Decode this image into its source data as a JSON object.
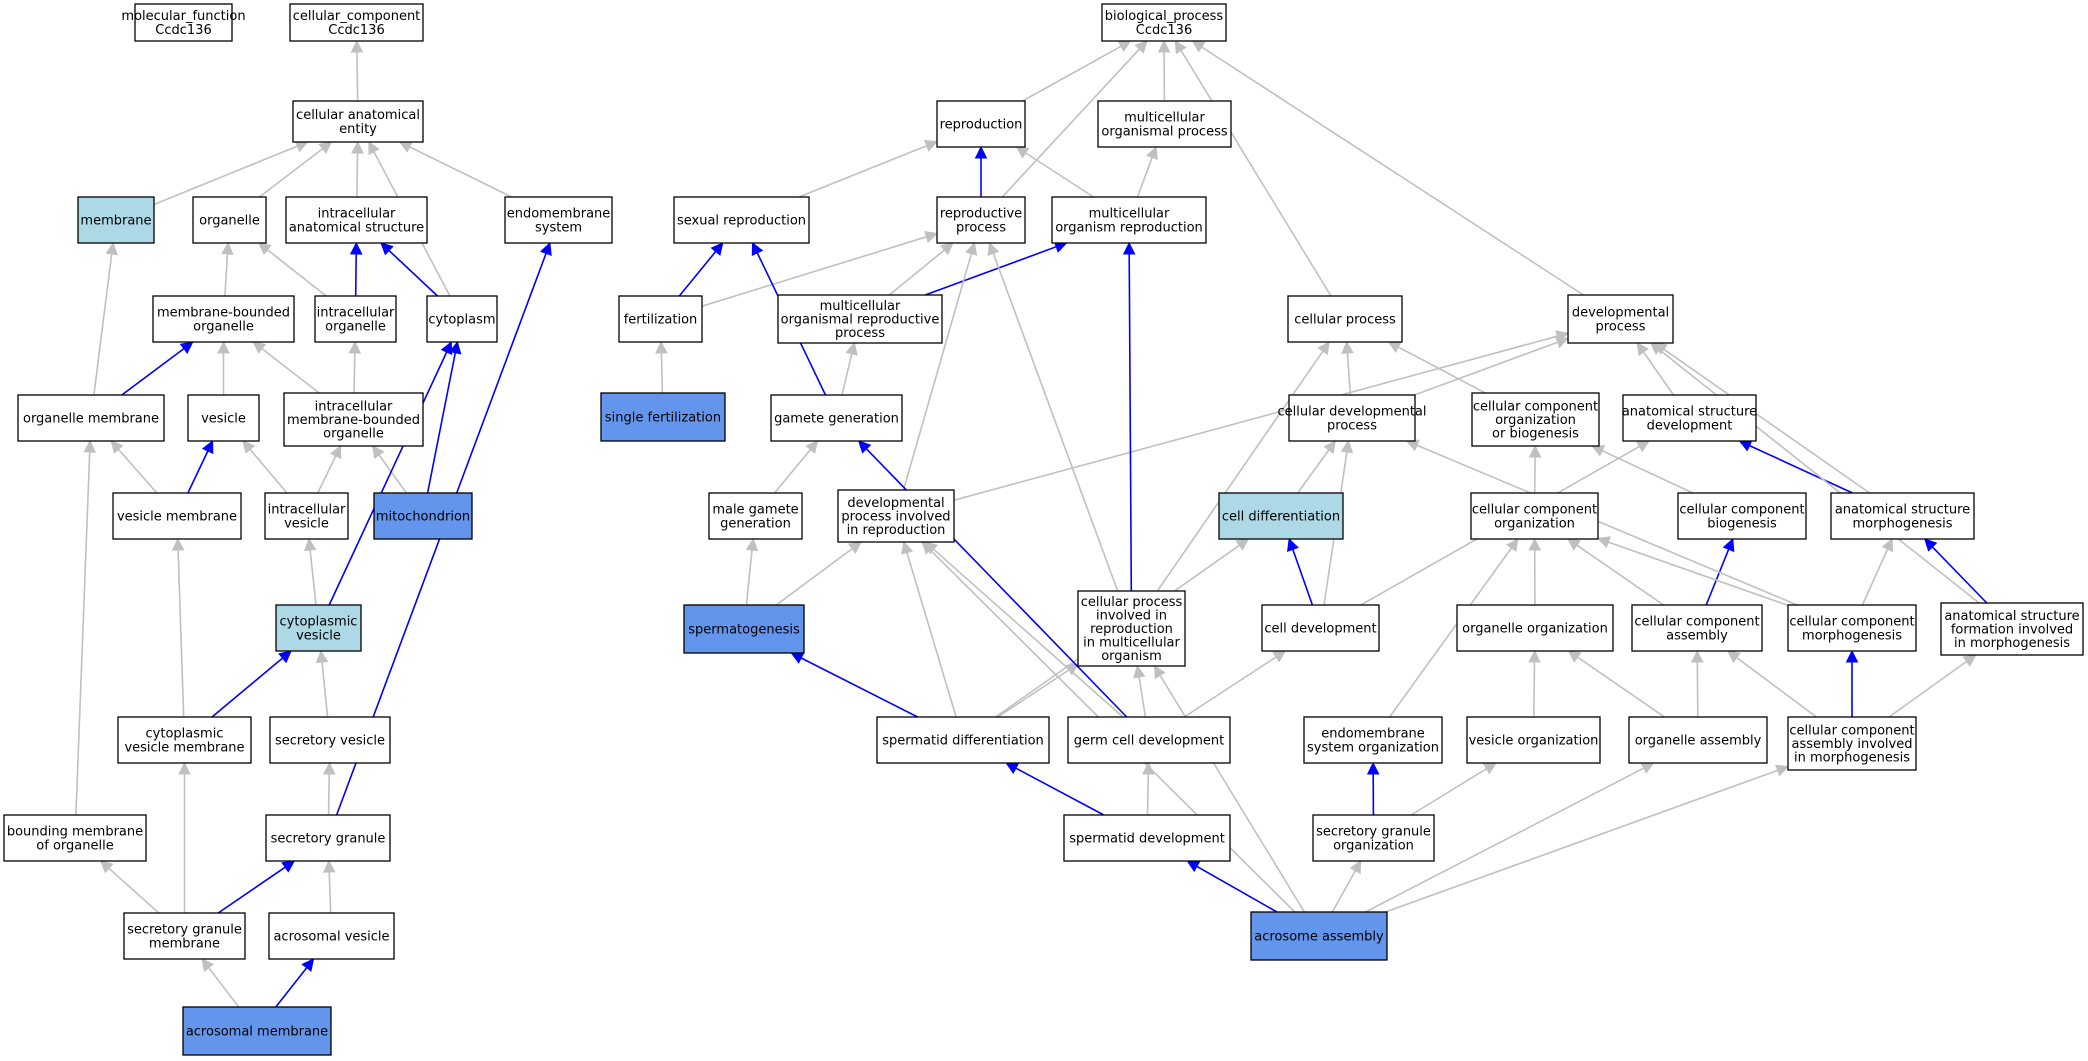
{
  "colors": {
    "plain": "#ffffff",
    "light": "#add8e6",
    "dark": "#6495ed",
    "edge_gray": "#c0c0c0",
    "edge_blue": "#0000ff"
  },
  "nodes": [
    {
      "id": "mf",
      "lines": [
        "molecular_function",
        "Ccdc136"
      ],
      "fill": "plain"
    },
    {
      "id": "cc",
      "lines": [
        "cellular_component",
        "Ccdc136"
      ],
      "fill": "plain"
    },
    {
      "id": "bp",
      "lines": [
        "biological_process",
        "Ccdc136"
      ],
      "fill": "plain"
    },
    {
      "id": "cae",
      "lines": [
        "cellular anatomical",
        "entity"
      ],
      "fill": "plain"
    },
    {
      "id": "membrane",
      "lines": [
        "membrane"
      ],
      "fill": "light"
    },
    {
      "id": "organelle",
      "lines": [
        "organelle"
      ],
      "fill": "plain"
    },
    {
      "id": "ias",
      "lines": [
        "intracellular",
        "anatomical structure"
      ],
      "fill": "plain"
    },
    {
      "id": "endosys",
      "lines": [
        "endomembrane",
        "system"
      ],
      "fill": "plain"
    },
    {
      "id": "mbo",
      "lines": [
        "membrane-bounded",
        "organelle"
      ],
      "fill": "plain"
    },
    {
      "id": "io",
      "lines": [
        "intracellular",
        "organelle"
      ],
      "fill": "plain"
    },
    {
      "id": "cytoplasm",
      "lines": [
        "cytoplasm"
      ],
      "fill": "plain"
    },
    {
      "id": "orgmem",
      "lines": [
        "organelle membrane"
      ],
      "fill": "plain"
    },
    {
      "id": "vesicle",
      "lines": [
        "vesicle"
      ],
      "fill": "plain"
    },
    {
      "id": "imbo",
      "lines": [
        "intracellular",
        "membrane-bounded",
        "organelle"
      ],
      "fill": "plain"
    },
    {
      "id": "vesmem",
      "lines": [
        "vesicle membrane"
      ],
      "fill": "plain"
    },
    {
      "id": "iv",
      "lines": [
        "intracellular",
        "vesicle"
      ],
      "fill": "plain"
    },
    {
      "id": "mito",
      "lines": [
        "mitochondrion"
      ],
      "fill": "dark"
    },
    {
      "id": "cytves",
      "lines": [
        "cytoplasmic",
        "vesicle"
      ],
      "fill": "light"
    },
    {
      "id": "cvm",
      "lines": [
        "cytoplasmic",
        "vesicle membrane"
      ],
      "fill": "plain"
    },
    {
      "id": "secves",
      "lines": [
        "secretory vesicle"
      ],
      "fill": "plain"
    },
    {
      "id": "bmo",
      "lines": [
        "bounding membrane",
        "of organelle"
      ],
      "fill": "plain"
    },
    {
      "id": "secgran",
      "lines": [
        "secretory granule"
      ],
      "fill": "plain"
    },
    {
      "id": "sgm",
      "lines": [
        "secretory granule",
        "membrane"
      ],
      "fill": "plain"
    },
    {
      "id": "acrves",
      "lines": [
        "acrosomal vesicle"
      ],
      "fill": "plain"
    },
    {
      "id": "acrmem",
      "lines": [
        "acrosomal membrane"
      ],
      "fill": "dark"
    },
    {
      "id": "repro",
      "lines": [
        "reproduction"
      ],
      "fill": "plain"
    },
    {
      "id": "mop",
      "lines": [
        "multicellular",
        "organismal process"
      ],
      "fill": "plain"
    },
    {
      "id": "sexrep",
      "lines": [
        "sexual reproduction"
      ],
      "fill": "plain"
    },
    {
      "id": "repproc",
      "lines": [
        "reproductive",
        "process"
      ],
      "fill": "plain"
    },
    {
      "id": "mor",
      "lines": [
        "multicellular",
        "organism reproduction"
      ],
      "fill": "plain"
    },
    {
      "id": "fert",
      "lines": [
        "fertilization"
      ],
      "fill": "plain"
    },
    {
      "id": "morp",
      "lines": [
        "multicellular",
        "organismal reproductive",
        "process"
      ],
      "fill": "plain"
    },
    {
      "id": "cellproc",
      "lines": [
        "cellular process"
      ],
      "fill": "plain"
    },
    {
      "id": "devproc",
      "lines": [
        "developmental",
        "process"
      ],
      "fill": "plain"
    },
    {
      "id": "singfert",
      "lines": [
        "single fertilization"
      ],
      "fill": "dark"
    },
    {
      "id": "gamgen",
      "lines": [
        "gamete generation"
      ],
      "fill": "plain"
    },
    {
      "id": "cdp",
      "lines": [
        "cellular developmental",
        "process"
      ],
      "fill": "plain"
    },
    {
      "id": "ccob",
      "lines": [
        "cellular component",
        "organization",
        "or biogenesis"
      ],
      "fill": "plain"
    },
    {
      "id": "asd",
      "lines": [
        "anatomical structure",
        "development"
      ],
      "fill": "plain"
    },
    {
      "id": "mgg",
      "lines": [
        "male gamete",
        "generation"
      ],
      "fill": "plain"
    },
    {
      "id": "dpir",
      "lines": [
        "developmental",
        "process involved",
        "in reproduction"
      ],
      "fill": "plain"
    },
    {
      "id": "celldiff",
      "lines": [
        "cell differentiation"
      ],
      "fill": "light"
    },
    {
      "id": "cco",
      "lines": [
        "cellular component",
        "organization"
      ],
      "fill": "plain"
    },
    {
      "id": "ccb",
      "lines": [
        "cellular component",
        "biogenesis"
      ],
      "fill": "plain"
    },
    {
      "id": "asm",
      "lines": [
        "anatomical structure",
        "morphogenesis"
      ],
      "fill": "plain"
    },
    {
      "id": "spermgen",
      "lines": [
        "spermatogenesis"
      ],
      "fill": "dark"
    },
    {
      "id": "cpir",
      "lines": [
        "cellular process",
        "involved in",
        "reproduction",
        "in multicellular",
        "organism"
      ],
      "fill": "plain"
    },
    {
      "id": "celldev",
      "lines": [
        "cell development"
      ],
      "fill": "plain"
    },
    {
      "id": "orgorg",
      "lines": [
        "organelle organization"
      ],
      "fill": "plain"
    },
    {
      "id": "cca",
      "lines": [
        "cellular component",
        "assembly"
      ],
      "fill": "plain"
    },
    {
      "id": "ccm",
      "lines": [
        "cellular component",
        "morphogenesis"
      ],
      "fill": "plain"
    },
    {
      "id": "asfm",
      "lines": [
        "anatomical structure",
        "formation involved",
        "in morphogenesis"
      ],
      "fill": "plain"
    },
    {
      "id": "sptdiff",
      "lines": [
        "spermatid differentiation"
      ],
      "fill": "plain"
    },
    {
      "id": "gcd",
      "lines": [
        "germ cell development"
      ],
      "fill": "plain"
    },
    {
      "id": "eso",
      "lines": [
        "endomembrane",
        "system organization"
      ],
      "fill": "plain"
    },
    {
      "id": "veso",
      "lines": [
        "vesicle organization"
      ],
      "fill": "plain"
    },
    {
      "id": "orgass",
      "lines": [
        "organelle assembly"
      ],
      "fill": "plain"
    },
    {
      "id": "ccaim",
      "lines": [
        "cellular component",
        "assembly involved",
        "in morphogenesis"
      ],
      "fill": "plain"
    },
    {
      "id": "sptdev",
      "lines": [
        "spermatid development"
      ],
      "fill": "plain"
    },
    {
      "id": "sgo",
      "lines": [
        "secretory granule",
        "organization"
      ],
      "fill": "plain"
    },
    {
      "id": "acrass",
      "lines": [
        "acrosome assembly"
      ],
      "fill": "dark"
    }
  ],
  "edges": [
    {
      "from": "cae",
      "to": "cc",
      "kind": "gray"
    },
    {
      "from": "membrane",
      "to": "cae",
      "kind": "gray"
    },
    {
      "from": "organelle",
      "to": "cae",
      "kind": "gray"
    },
    {
      "from": "ias",
      "to": "cae",
      "kind": "gray"
    },
    {
      "from": "endosys",
      "to": "cae",
      "kind": "gray"
    },
    {
      "from": "cytoplasm",
      "to": "cae",
      "kind": "gray"
    },
    {
      "from": "mbo",
      "to": "organelle",
      "kind": "gray"
    },
    {
      "from": "io",
      "to": "organelle",
      "kind": "gray"
    },
    {
      "from": "io",
      "to": "ias",
      "kind": "blue"
    },
    {
      "from": "cytoplasm",
      "to": "ias",
      "kind": "blue"
    },
    {
      "from": "orgmem",
      "to": "membrane",
      "kind": "gray"
    },
    {
      "from": "orgmem",
      "to": "mbo",
      "kind": "blue"
    },
    {
      "from": "vesicle",
      "to": "mbo",
      "kind": "gray"
    },
    {
      "from": "imbo",
      "to": "mbo",
      "kind": "gray"
    },
    {
      "from": "imbo",
      "to": "io",
      "kind": "gray"
    },
    {
      "from": "vesmem",
      "to": "orgmem",
      "kind": "gray"
    },
    {
      "from": "vesmem",
      "to": "vesicle",
      "kind": "blue"
    },
    {
      "from": "iv",
      "to": "vesicle",
      "kind": "gray"
    },
    {
      "from": "iv",
      "to": "imbo",
      "kind": "gray"
    },
    {
      "from": "mito",
      "to": "imbo",
      "kind": "gray"
    },
    {
      "from": "mito",
      "to": "cytoplasm",
      "kind": "blue"
    },
    {
      "from": "cytves",
      "to": "iv",
      "kind": "gray"
    },
    {
      "from": "cytves",
      "to": "cytoplasm",
      "kind": "blue"
    },
    {
      "from": "cvm",
      "to": "vesmem",
      "kind": "gray"
    },
    {
      "from": "cvm",
      "to": "cytves",
      "kind": "blue"
    },
    {
      "from": "secves",
      "to": "cytves",
      "kind": "gray"
    },
    {
      "from": "bmo",
      "to": "orgmem",
      "kind": "gray"
    },
    {
      "from": "secgran",
      "to": "secves",
      "kind": "gray"
    },
    {
      "from": "secgran",
      "to": "endosys",
      "kind": "blue"
    },
    {
      "from": "sgm",
      "to": "bmo",
      "kind": "gray"
    },
    {
      "from": "sgm",
      "to": "cvm",
      "kind": "gray"
    },
    {
      "from": "sgm",
      "to": "secgran",
      "kind": "blue"
    },
    {
      "from": "acrves",
      "to": "secgran",
      "kind": "gray"
    },
    {
      "from": "acrmem",
      "to": "sgm",
      "kind": "gray"
    },
    {
      "from": "acrmem",
      "to": "acrves",
      "kind": "blue"
    },
    {
      "from": "repro",
      "to": "bp",
      "kind": "gray"
    },
    {
      "from": "mop",
      "to": "bp",
      "kind": "gray"
    },
    {
      "from": "repproc",
      "to": "bp",
      "kind": "gray"
    },
    {
      "from": "cellproc",
      "to": "bp",
      "kind": "gray"
    },
    {
      "from": "devproc",
      "to": "bp",
      "kind": "gray"
    },
    {
      "from": "sexrep",
      "to": "repro",
      "kind": "gray"
    },
    {
      "from": "repproc",
      "to": "repro",
      "kind": "blue"
    },
    {
      "from": "mor",
      "to": "repro",
      "kind": "gray"
    },
    {
      "from": "mor",
      "to": "mop",
      "kind": "gray"
    },
    {
      "from": "fert",
      "to": "sexrep",
      "kind": "blue"
    },
    {
      "from": "fert",
      "to": "repproc",
      "kind": "gray"
    },
    {
      "from": "morp",
      "to": "repproc",
      "kind": "gray"
    },
    {
      "from": "morp",
      "to": "mor",
      "kind": "blue"
    },
    {
      "from": "singfert",
      "to": "fert",
      "kind": "gray"
    },
    {
      "from": "gamgen",
      "to": "sexrep",
      "kind": "blue"
    },
    {
      "from": "gamgen",
      "to": "morp",
      "kind": "gray"
    },
    {
      "from": "cdp",
      "to": "cellproc",
      "kind": "gray"
    },
    {
      "from": "cdp",
      "to": "devproc",
      "kind": "gray"
    },
    {
      "from": "ccob",
      "to": "cellproc",
      "kind": "gray"
    },
    {
      "from": "asd",
      "to": "devproc",
      "kind": "gray"
    },
    {
      "from": "mgg",
      "to": "gamgen",
      "kind": "gray"
    },
    {
      "from": "dpir",
      "to": "repproc",
      "kind": "gray"
    },
    {
      "from": "dpir",
      "to": "devproc",
      "kind": "gray"
    },
    {
      "from": "celldiff",
      "to": "cdp",
      "kind": "gray"
    },
    {
      "from": "cco",
      "to": "ccob",
      "kind": "gray"
    },
    {
      "from": "ccb",
      "to": "ccob",
      "kind": "gray"
    },
    {
      "from": "asm",
      "to": "devproc",
      "kind": "gray"
    },
    {
      "from": "asm",
      "to": "asd",
      "kind": "blue"
    },
    {
      "from": "spermgen",
      "to": "mgg",
      "kind": "gray"
    },
    {
      "from": "spermgen",
      "to": "dpir",
      "kind": "gray"
    },
    {
      "from": "cpir",
      "to": "repproc",
      "kind": "gray"
    },
    {
      "from": "cpir",
      "to": "cellproc",
      "kind": "gray"
    },
    {
      "from": "cpir",
      "to": "mor",
      "kind": "blue"
    },
    {
      "from": "celldev",
      "to": "celldiff",
      "kind": "blue"
    },
    {
      "from": "celldev",
      "to": "cdp",
      "kind": "gray"
    },
    {
      "from": "celldev",
      "to": "asd",
      "kind": "gray"
    },
    {
      "from": "orgorg",
      "to": "cco",
      "kind": "gray"
    },
    {
      "from": "cca",
      "to": "cco",
      "kind": "gray"
    },
    {
      "from": "cca",
      "to": "ccb",
      "kind": "blue"
    },
    {
      "from": "ccm",
      "to": "cco",
      "kind": "gray"
    },
    {
      "from": "ccm",
      "to": "asm",
      "kind": "gray"
    },
    {
      "from": "ccm",
      "to": "cdp",
      "kind": "gray"
    },
    {
      "from": "asfm",
      "to": "asm",
      "kind": "blue"
    },
    {
      "from": "asfm",
      "to": "devproc",
      "kind": "gray"
    },
    {
      "from": "sptdiff",
      "to": "spermgen",
      "kind": "blue"
    },
    {
      "from": "sptdiff",
      "to": "dpir",
      "kind": "gray"
    },
    {
      "from": "sptdiff",
      "to": "cpir",
      "kind": "gray"
    },
    {
      "from": "sptdiff",
      "to": "celldiff",
      "kind": "gray"
    },
    {
      "from": "gcd",
      "to": "gamgen",
      "kind": "blue"
    },
    {
      "from": "gcd",
      "to": "dpir",
      "kind": "gray"
    },
    {
      "from": "gcd",
      "to": "cpir",
      "kind": "gray"
    },
    {
      "from": "gcd",
      "to": "celldev",
      "kind": "gray"
    },
    {
      "from": "eso",
      "to": "cco",
      "kind": "gray"
    },
    {
      "from": "veso",
      "to": "orgorg",
      "kind": "gray"
    },
    {
      "from": "orgass",
      "to": "orgorg",
      "kind": "gray"
    },
    {
      "from": "orgass",
      "to": "cca",
      "kind": "gray"
    },
    {
      "from": "ccaim",
      "to": "cca",
      "kind": "gray"
    },
    {
      "from": "ccaim",
      "to": "ccm",
      "kind": "blue"
    },
    {
      "from": "ccaim",
      "to": "asfm",
      "kind": "gray"
    },
    {
      "from": "sptdev",
      "to": "sptdiff",
      "kind": "blue"
    },
    {
      "from": "sptdev",
      "to": "gcd",
      "kind": "gray"
    },
    {
      "from": "sgo",
      "to": "eso",
      "kind": "blue"
    },
    {
      "from": "sgo",
      "to": "veso",
      "kind": "gray"
    },
    {
      "from": "acrass",
      "to": "sptdev",
      "kind": "blue"
    },
    {
      "from": "acrass",
      "to": "sgo",
      "kind": "gray"
    },
    {
      "from": "acrass",
      "to": "orgass",
      "kind": "gray"
    },
    {
      "from": "acrass",
      "to": "ccaim",
      "kind": "gray"
    },
    {
      "from": "acrass",
      "to": "dpir",
      "kind": "gray"
    },
    {
      "from": "acrass",
      "to": "cpir",
      "kind": "gray"
    }
  ]
}
